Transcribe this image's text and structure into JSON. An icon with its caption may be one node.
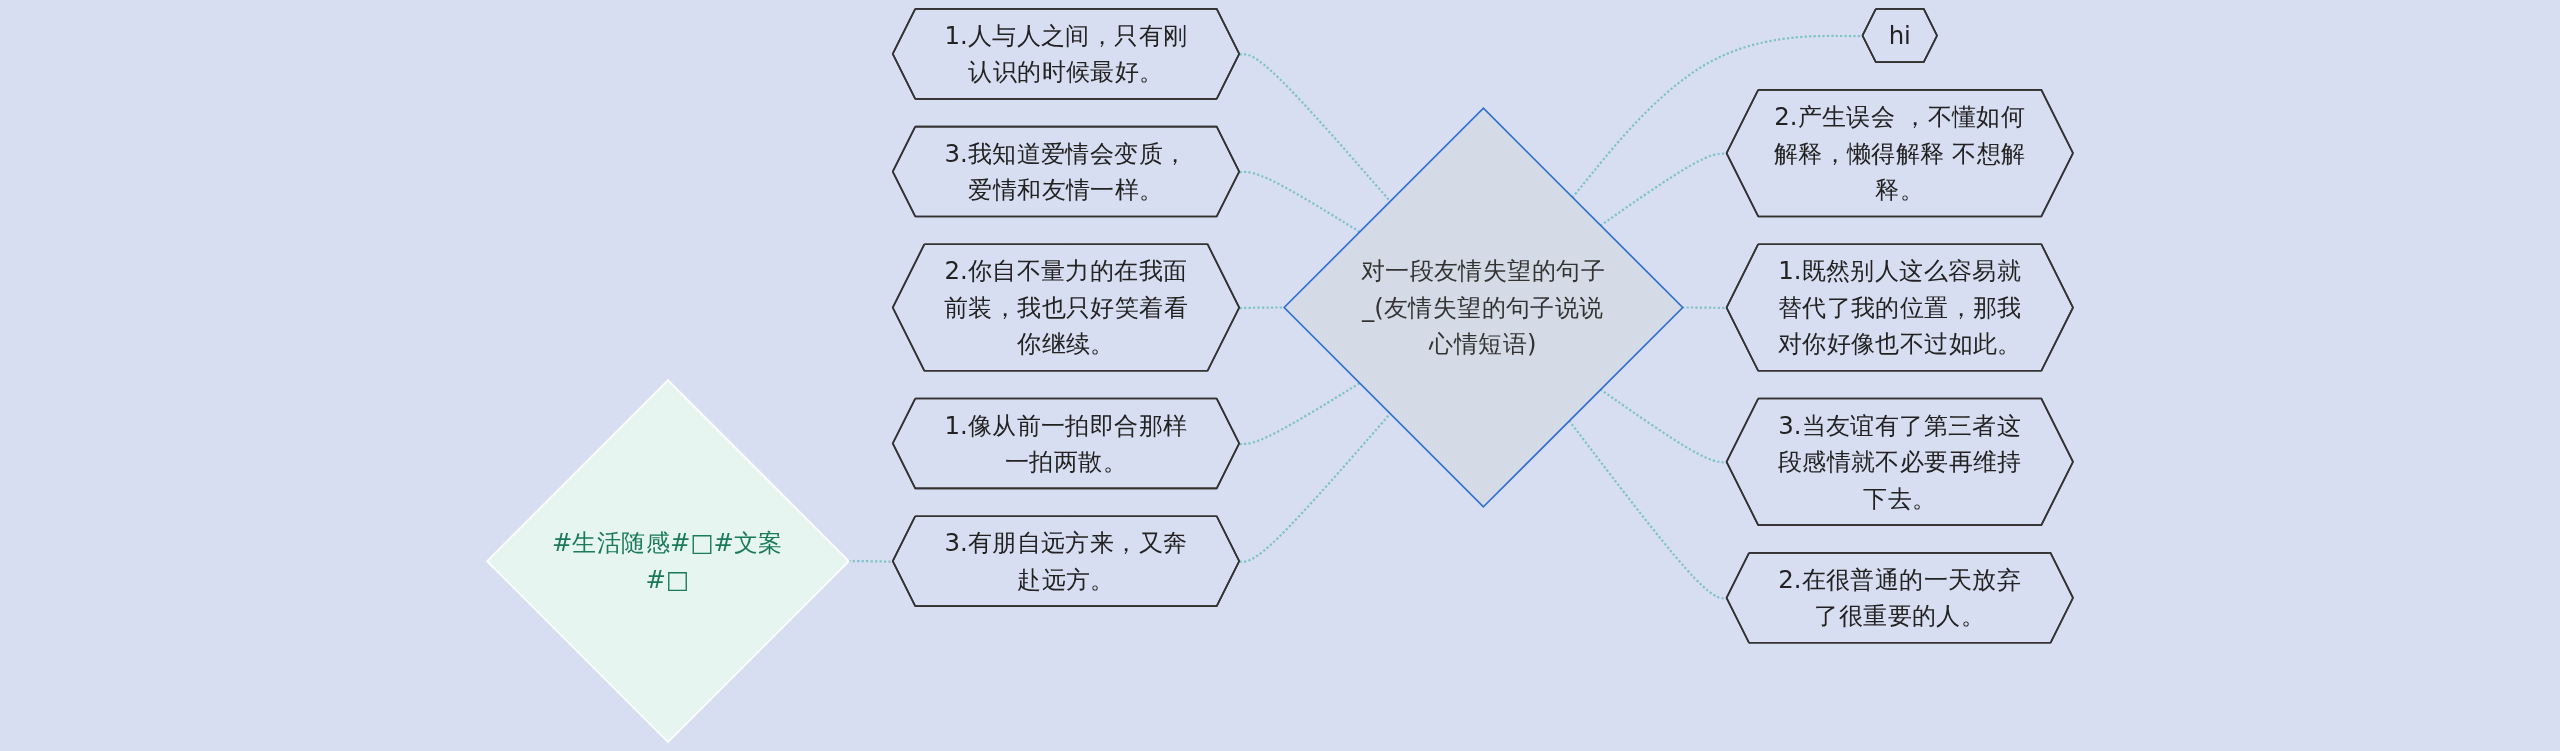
{
  "diagram": {
    "nodes": [
      {
        "text": [
          "对一段友情失望的句子_(友情失望的句子说说心情短语)"
        ]
      },
      {
        "text": [
          "1.人与人之间，只有刚认识的时候最好。"
        ]
      },
      {
        "text": [
          "3.我知道爱情会变质，爱情和友情一样。"
        ]
      },
      {
        "text": [
          "2.你自不量力的在我面前装，我也只好笑着看你继续。"
        ]
      },
      {
        "text": [
          "1.像从前一拍即合那样一拍两散。"
        ]
      },
      {
        "text": [
          "3.有朋自远方来，又奔赴远方。"
        ]
      },
      {
        "text": [
          "#生活随感#□#文案#□"
        ]
      },
      {
        "text": [
          "hi"
        ]
      },
      {
        "text": [
          "2.产生误会 ，不懂如何解释，懒得解释 不想解释。"
        ]
      },
      {
        "text": [
          "1.既然别人这么容易就替代了我的位置，那我对你好像也不过如此。"
        ]
      },
      {
        "text": [
          "3.当友谊有了第三者这段感情就不必要再维持下去。"
        ]
      },
      {
        "text": [
          "2.在很普通的一天放弃了很重要的人。"
        ]
      }
    ],
    "edges": [
      {
        "from": 0,
        "to": 1,
        "arrow": "none",
        "style": "dashed"
      },
      {
        "from": 0,
        "to": 2,
        "arrow": "none",
        "style": "dashed"
      },
      {
        "from": 0,
        "to": 3,
        "arrow": "none",
        "style": "dashed"
      },
      {
        "from": 0,
        "to": 4,
        "arrow": "none",
        "style": "dashed"
      },
      {
        "from": 0,
        "to": 5,
        "arrow": "none",
        "style": "dashed"
      },
      {
        "from": 5,
        "to": 6,
        "arrow": "none",
        "style": "dashed"
      },
      {
        "from": 0,
        "to": 7,
        "arrow": "none",
        "style": "dashed"
      },
      {
        "from": 0,
        "to": 8,
        "arrow": "none",
        "style": "dashed"
      },
      {
        "from": 0,
        "to": 9,
        "arrow": "none",
        "style": "dashed"
      },
      {
        "from": 0,
        "to": 10,
        "arrow": "none",
        "style": "dashed"
      },
      {
        "from": 0,
        "to": 11,
        "arrow": "none",
        "style": "dashed"
      }
    ]
  }
}
